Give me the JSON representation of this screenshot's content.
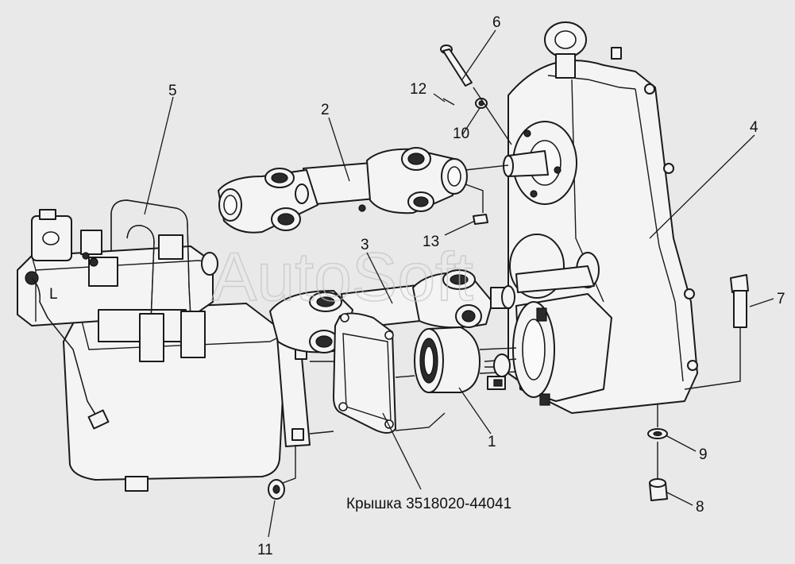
{
  "watermark": "AutoSoft",
  "caption": "Крышка 3518020-44041",
  "callouts": {
    "c1": "1",
    "c2": "2",
    "c3": "3",
    "c4": "4",
    "c5": "5",
    "c6": "6",
    "c7": "7",
    "c8": "8",
    "c9": "9",
    "c10": "10",
    "c11": "11",
    "c12": "12",
    "c13": "13"
  }
}
